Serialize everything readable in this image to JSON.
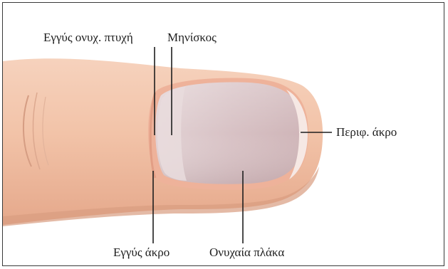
{
  "labels": {
    "proximal_fold": "Εγγύς ονυχ. πτυχή",
    "lunula": "Μηνίσκος",
    "distal_edge": "Περιφ. άκρο",
    "proximal_edge": "Εγγύς άκρο",
    "nail_plate": "Ονυχαία πλάκα"
  },
  "colors": {
    "skin": "#f2c3a8",
    "skin_shadow": "#e7a98c",
    "nail_plate": "#d9c3c6",
    "nail_edge": "#f4e3de",
    "leader_line": "#1e1e1e"
  }
}
